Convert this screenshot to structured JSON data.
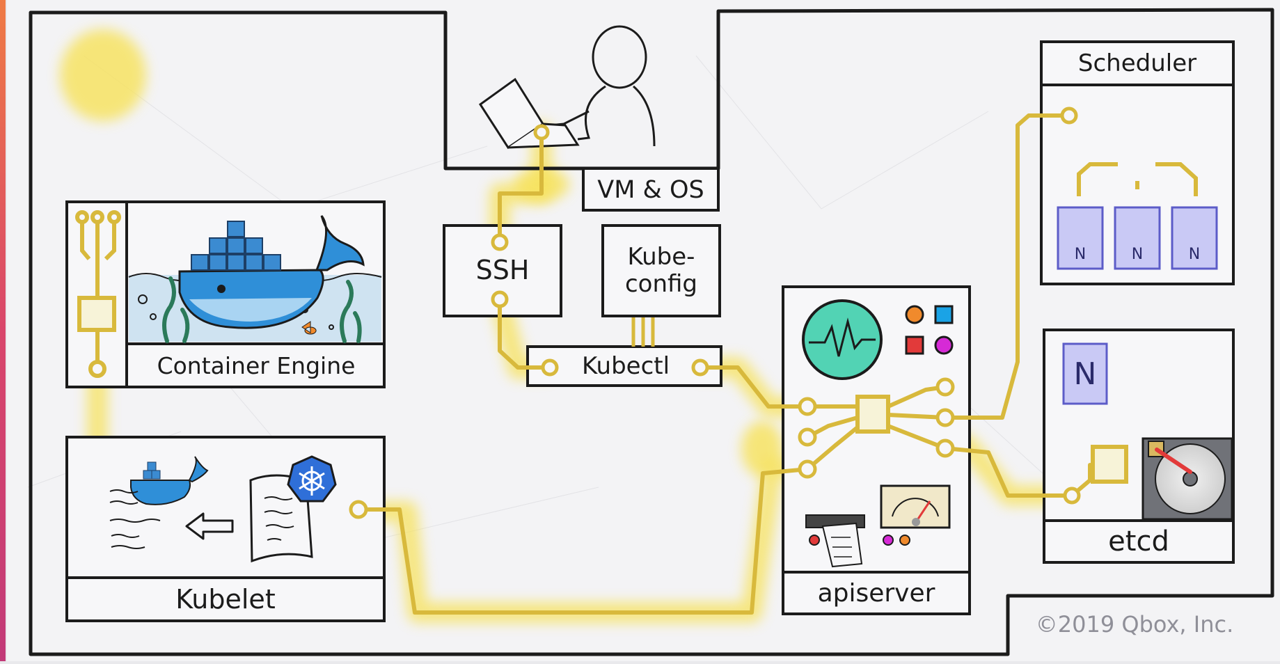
{
  "labels": {
    "container_engine": "Container Engine",
    "kubelet": "Kubelet",
    "vm_os": "VM & OS",
    "ssh": "SSH",
    "kubeconfig": "Kube-\nconfig",
    "kubectl": "Kubectl",
    "apiserver": "apiserver",
    "scheduler": "Scheduler",
    "etcd": "etcd",
    "node_badge": "N",
    "copyright": "©2019 Qbox, Inc."
  },
  "scheduler_nodes": [
    "N",
    "N",
    "N"
  ],
  "colors": {
    "paper": "#f4f4f6",
    "ink": "#1b1b1b",
    "wire": "#d8b93c",
    "glow": "#f7e25a",
    "node_fill": "#c9c9f5",
    "node_stroke": "#5c5cc8",
    "docker_blue": "#2f8fd8",
    "docker_dark": "#1d5f9c",
    "sea": "#cfe3f1",
    "scope": "#52d3b4",
    "led_orange": "#f08a2c",
    "led_blue": "#1aa3e6",
    "led_red": "#e23a3a",
    "led_magenta": "#d62ad6",
    "disk": "#707278",
    "accent_edge": "#e26a3e"
  },
  "icons": [
    "laptop-icon",
    "person-icon",
    "docker-whale-icon",
    "kubernetes-helm-icon",
    "document-icon",
    "arrow-left-icon",
    "oscilloscope-icon",
    "gauge-icon",
    "receipt-printer-icon",
    "hard-disk-icon",
    "chip-icon"
  ]
}
